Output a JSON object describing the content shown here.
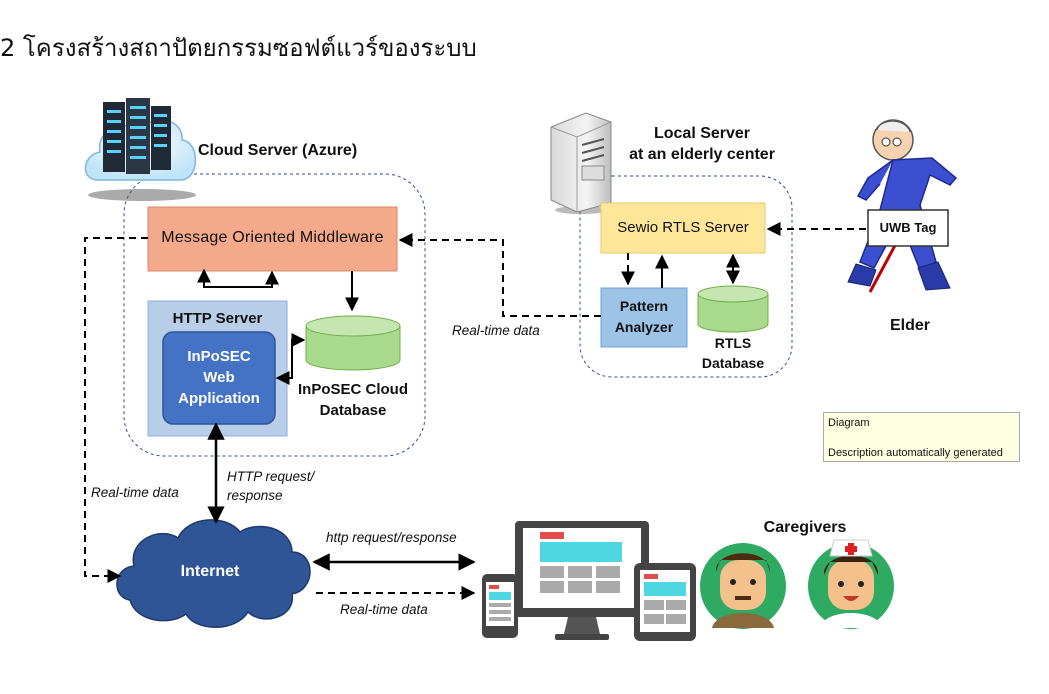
{
  "title": "2 โครงสร้างสถาปัตยกรรมซอฟต์แวร์ของระบบ",
  "cloud_server": {
    "label": "Cloud Server (Azure)",
    "middleware": "Message Oriented Middleware",
    "http_server": "HTTP Server",
    "web_app": [
      "InPoSEC",
      "Web",
      "Application"
    ],
    "cloud_db": [
      "InPoSEC Cloud",
      "Database"
    ]
  },
  "local_server": {
    "label": [
      "Local Server",
      "at an elderly center"
    ],
    "rtls_server": "Sewio RTLS Server",
    "pattern_analyzer": [
      "Pattern",
      "Analyzer"
    ],
    "rtls_db": [
      "RTLS",
      "Database"
    ]
  },
  "elder": {
    "label": "Elder",
    "tag": "UWB Tag"
  },
  "internet": "Internet",
  "caregivers": "Caregivers",
  "edge_labels": {
    "realtime_local": "Real-time data",
    "realtime_left": "Real-time data",
    "http_cloud": [
      "HTTP request/",
      "response"
    ],
    "http_devices": "http request/response",
    "realtime_devices": "Real-time data"
  },
  "caption": [
    "Diagram",
    "Description automatically generated"
  ],
  "colors": {
    "middleware_fill": "#f4a98a",
    "http_server_fill": "#b7cde8",
    "web_app_fill": "#4472c4",
    "db_fill": "#a9d98c",
    "rtls_server_fill": "#ffe699",
    "pattern_fill": "#9dc3e6",
    "internet_fill": "#2f5597",
    "caption_fill": "#ffffe1"
  }
}
